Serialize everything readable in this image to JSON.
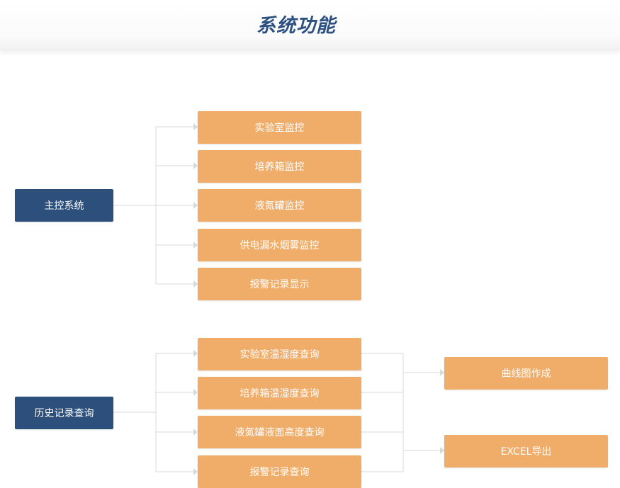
{
  "header": {
    "title": "系统功能"
  },
  "colors": {
    "primary": "#2c4f7c",
    "module": "#f0ac69",
    "connector": "#d9d9d9",
    "title": "#2c5082"
  },
  "groups": [
    {
      "label": "主控系统",
      "items": [
        "实验室监控",
        "培养箱监控",
        "液氮罐监控",
        "供电漏水烟雾监控",
        "报警记录显示"
      ]
    },
    {
      "label": "历史记录查询",
      "items": [
        "实验室温湿度查询",
        "培养箱温湿度查询",
        "液氮罐液面高度查询",
        "报警记录查询"
      ],
      "outputs": [
        "曲线图作成",
        "EXCEL导出"
      ]
    }
  ]
}
